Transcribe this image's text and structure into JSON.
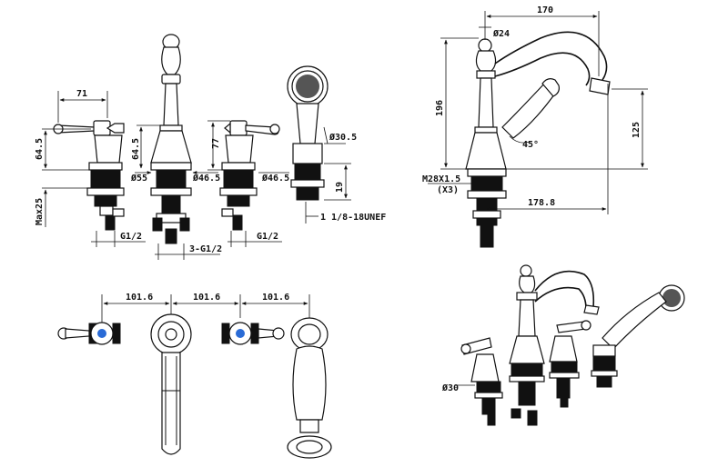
{
  "dimensions": {
    "d71": "71",
    "d64_5_left": "64.5",
    "d64_5_mid": "64.5",
    "d77": "77",
    "d30_5": "Ø30.5",
    "d55": "Ø55",
    "d46_5_a": "Ø46.5",
    "d46_5_b": "Ø46.5",
    "d19": "19",
    "max25": "Max25",
    "g12_left": "G1/2",
    "g12_right": "G1/2",
    "g3_12": "3-G1/2",
    "thread_hose": "1 1/8-18UNEF",
    "d170": "170",
    "d24": "Ø24",
    "d196": "196",
    "d125": "125",
    "angle45": "45°",
    "m28": "M28X1.5",
    "x3": "(X3)",
    "d178_8": "178.8",
    "d101_6_a": "101.6",
    "d101_6_b": "101.6",
    "d101_6_c": "101.6",
    "d30_iso": "Ø30"
  }
}
